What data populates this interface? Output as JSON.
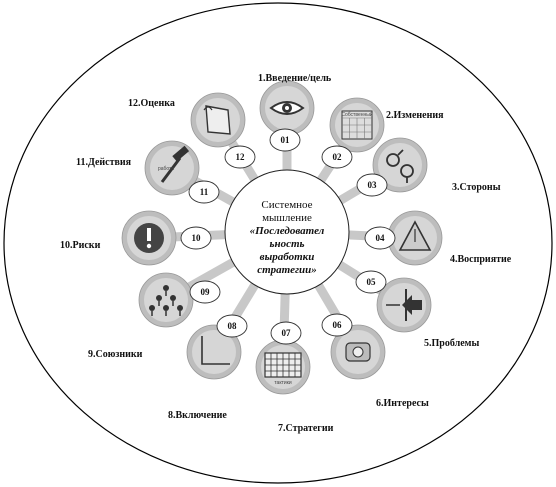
{
  "center": {
    "line1": "Системное",
    "line2": "мышление",
    "line3": "«Последовател",
    "line4": "ьность",
    "line5": "выработки",
    "line6": "стратегии»"
  },
  "stages": [
    {
      "num": "01",
      "label": "1.Введение/цель",
      "icon": "eye-icon"
    },
    {
      "num": "02",
      "label": "2.Изменения",
      "icon": "calendar-icon"
    },
    {
      "num": "03",
      "label": "3.Стороны",
      "icon": "people-gender-icon"
    },
    {
      "num": "04",
      "label": "4.Восприятие",
      "icon": "triangle-icon"
    },
    {
      "num": "05",
      "label": "5.Проблемы",
      "icon": "arrow-wall-icon"
    },
    {
      "num": "06",
      "label": "6.Интересы",
      "icon": "phone-icon"
    },
    {
      "num": "07",
      "label": "7.Стратегии",
      "icon": "grid-icon"
    },
    {
      "num": "08",
      "label": "8.Включение",
      "icon": "chart-axes-icon"
    },
    {
      "num": "09",
      "label": "9.Союзники",
      "icon": "team-pyramid-icon"
    },
    {
      "num": "10",
      "label": "10.Риски",
      "icon": "warning-icon"
    },
    {
      "num": "11",
      "label": "11.Действия",
      "icon": "hammer-icon"
    },
    {
      "num": "12",
      "label": "12.Оценка",
      "icon": "document-icon"
    }
  ],
  "icon_text": {
    "calendar_top": "Собственный",
    "hammer_text": "работа",
    "grid_caption": "тактики"
  }
}
